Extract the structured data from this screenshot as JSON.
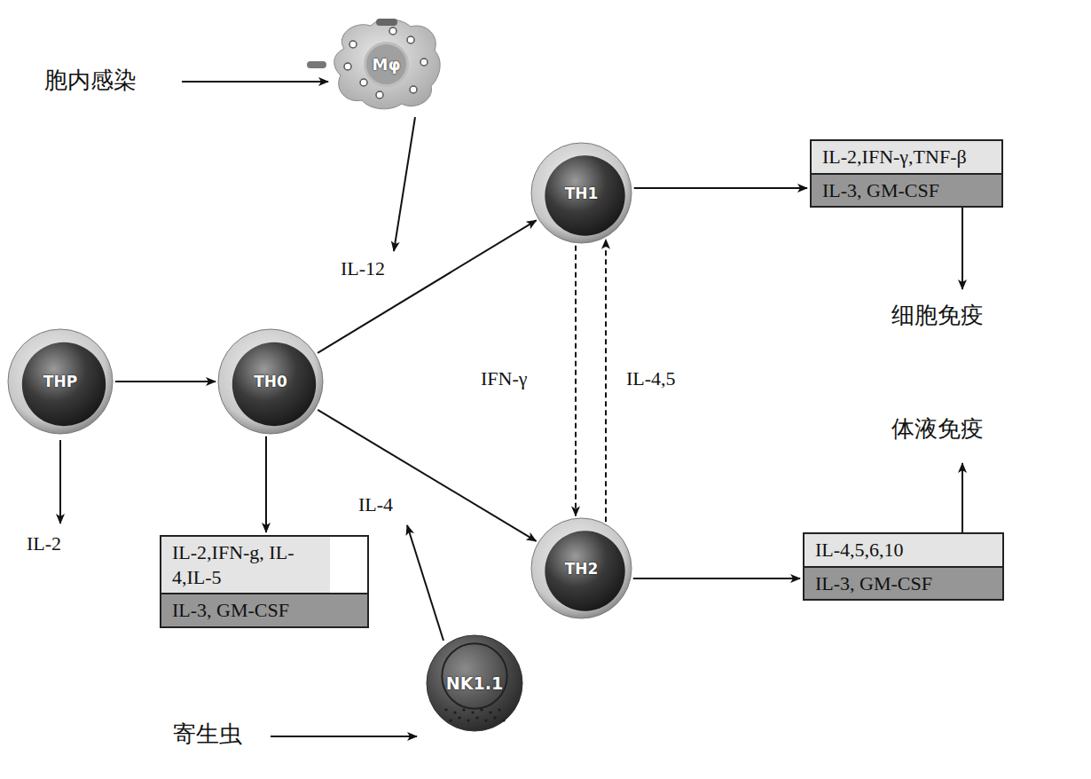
{
  "diagram": {
    "nodes": [
      {
        "text": [
          "Mφ"
        ]
      },
      {
        "text": [
          "THP"
        ]
      },
      {
        "text": [
          "TH0"
        ]
      },
      {
        "text": [
          "TH1"
        ]
      },
      {
        "text": [
          "IL-2,IFN-γ,TNF-β",
          "IL-3, GM-CSF"
        ]
      },
      {
        "text": [
          "IL-2,IFN-g, IL-4,IL-5",
          "IL-3, GM-CSF"
        ]
      },
      {
        "text": [
          "TH2"
        ]
      },
      {
        "text": [
          "IL-4,5,6,10",
          "IL-3, GM-CSF"
        ]
      },
      {
        "text": [
          "NK1.1"
        ]
      }
    ],
    "edges": [
      {
        "from": 1,
        "to": 2,
        "arrow": "to"
      },
      {
        "from": 2,
        "to": 3,
        "arrow": "to"
      },
      {
        "from": 2,
        "to": 6,
        "arrow": "to"
      },
      {
        "from": 3,
        "to": 6,
        "label": "IFN-γ",
        "arrow": "to"
      },
      {
        "from": 6,
        "to": 3,
        "label": "IL-4,5",
        "arrow": "to"
      },
      {
        "from": 3,
        "to": 4,
        "arrow": "to"
      },
      {
        "from": 2,
        "to": 5,
        "arrow": "to"
      },
      {
        "from": 6,
        "to": 7,
        "arrow": "to"
      }
    ],
    "labels": [
      "胞内感染",
      "IL-12",
      "细胞免疫",
      "IL-2",
      "IL-4",
      "体液免疫",
      "寄生虫"
    ]
  }
}
